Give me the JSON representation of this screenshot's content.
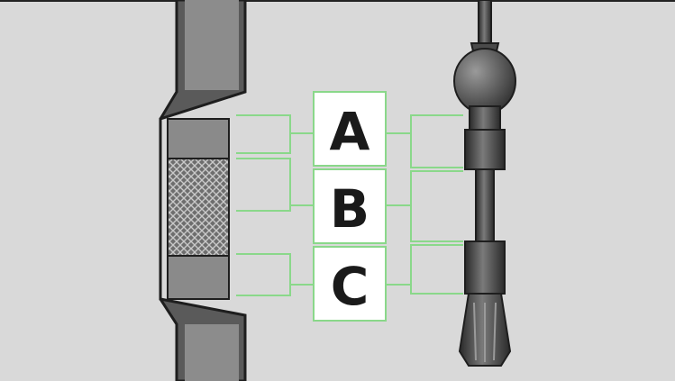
{
  "diagram": {
    "labels": [
      "A",
      "B",
      "C"
    ]
  },
  "colors": {
    "background": "#d9d9d9",
    "frame": "#222222",
    "connector": "#7ed27e",
    "label_box_border": "#7ed27e",
    "label_box_fill": "#ffffff",
    "part_dark": "#3a3a3a",
    "part_mid": "#5a5a5a",
    "part_light": "#9a9a9a"
  }
}
